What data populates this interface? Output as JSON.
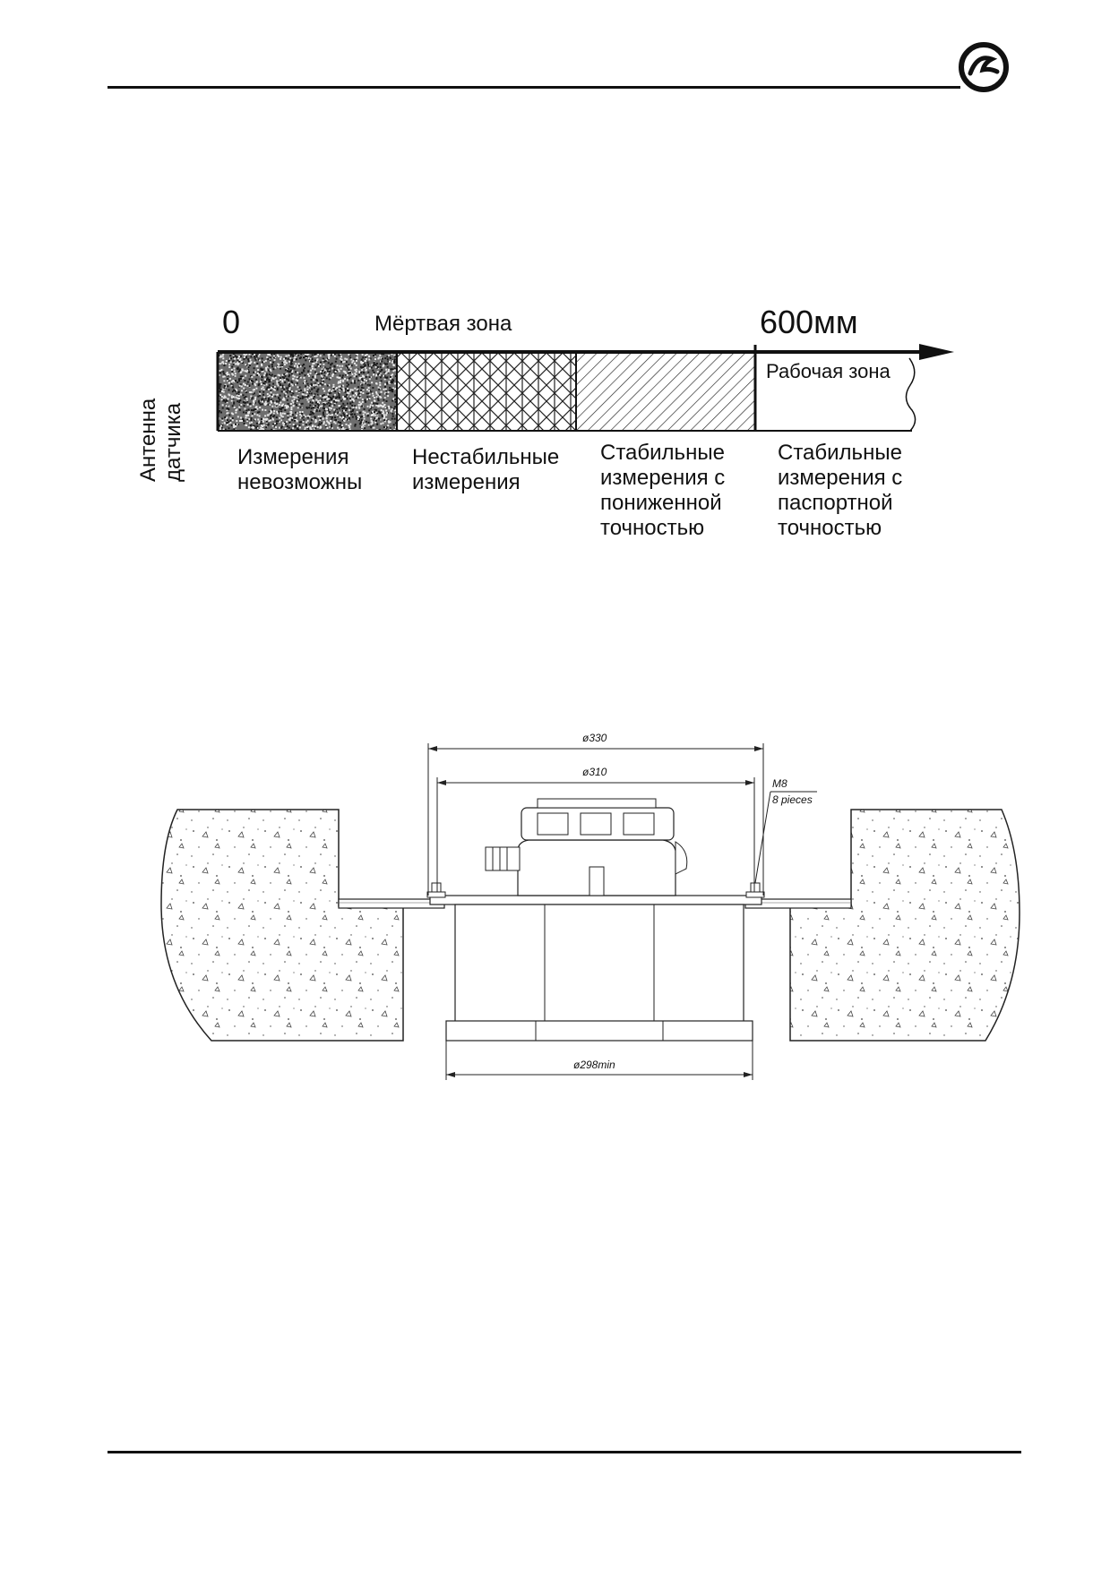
{
  "header": {
    "logo_icon": "company-logo-icon"
  },
  "zone_diagram": {
    "start_label": "0",
    "dead_zone_label": "Мёртвая зона",
    "end_label": "600мм",
    "working_zone_label": "Рабочая зона",
    "antenna_label_line1": "Антенна",
    "antenna_label_line2": "датчика",
    "zones": [
      {
        "caption": [
          "Измерения",
          "невозможны"
        ],
        "pattern": "noise"
      },
      {
        "caption": [
          "Нестабильные",
          "измерения"
        ],
        "pattern": "crosshatch"
      },
      {
        "caption": [
          "Стабильные",
          "измерения с",
          "пониженной",
          "точностью"
        ],
        "pattern": "diagonal"
      },
      {
        "caption": [
          "Стабильные",
          "измерения с",
          "паспортной",
          "точностью"
        ],
        "pattern": "blank"
      }
    ]
  },
  "mount_drawing": {
    "dim_outer": "ø330",
    "dim_inner": "ø310",
    "dim_bottom": "ø298min",
    "bolt_label": "M8",
    "bolt_count": "8 pieces"
  },
  "footer": {}
}
